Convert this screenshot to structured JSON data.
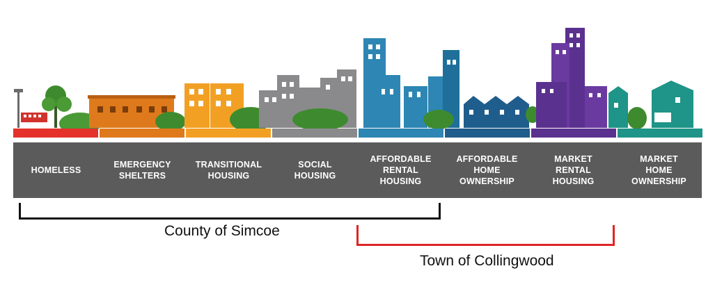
{
  "categories": [
    {
      "lines": [
        "HOMELESS"
      ],
      "color": "#e4322b"
    },
    {
      "lines": [
        "EMERGENCY",
        "SHELTERS"
      ],
      "color": "#df7a1c"
    },
    {
      "lines": [
        "TRANSITIONAL",
        "HOUSING"
      ],
      "color": "#f2a024"
    },
    {
      "lines": [
        "SOCIAL",
        "HOUSING"
      ],
      "color": "#8a8a8c"
    },
    {
      "lines": [
        "AFFORDABLE",
        "RENTAL",
        "HOUSING"
      ],
      "color": "#2d86b3"
    },
    {
      "lines": [
        "AFFORDABLE",
        "HOME",
        "OWNERSHIP"
      ],
      "color": "#1f5d8c"
    },
    {
      "lines": [
        "MARKET",
        "RENTAL",
        "HOUSING"
      ],
      "color": "#5b3190"
    },
    {
      "lines": [
        "MARKET",
        "HOME",
        "OWNERSHIP"
      ],
      "color": "#1f9488"
    }
  ],
  "brackets": {
    "county": {
      "label": "County of Simcoe",
      "color": "#111111"
    },
    "town": {
      "label": "Town of Collingwood",
      "color": "#e02424"
    }
  },
  "tree_color": "#3e8b2f"
}
